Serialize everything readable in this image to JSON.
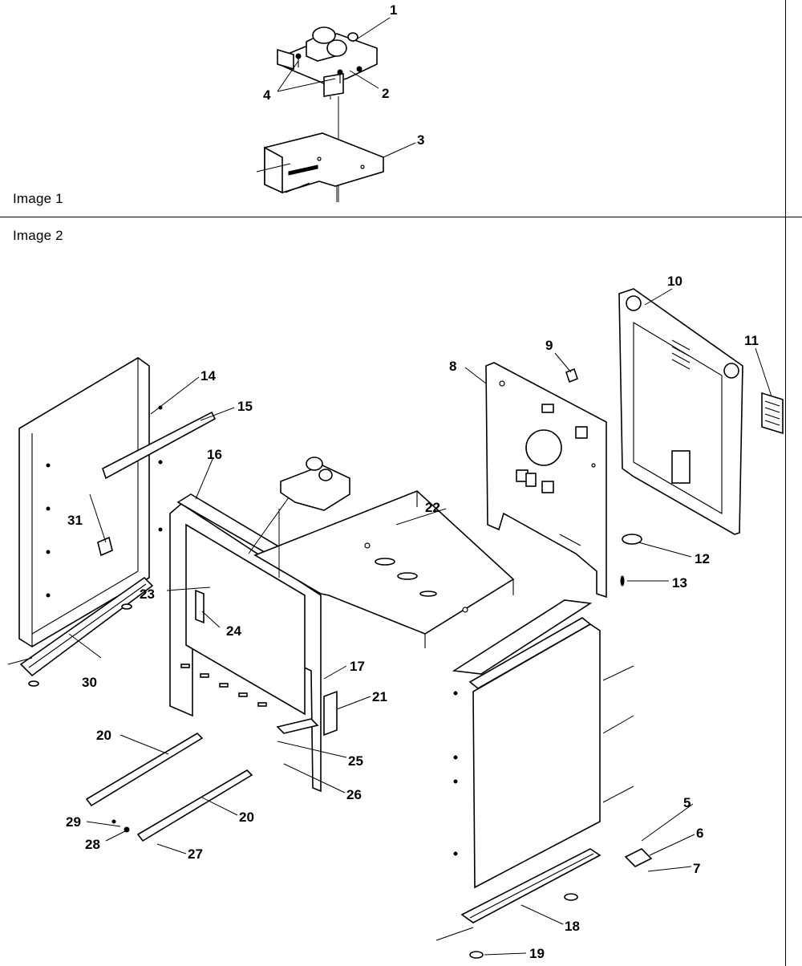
{
  "panels": [
    {
      "title": "Image 1",
      "callouts": [
        "1",
        "2",
        "3",
        "4"
      ]
    },
    {
      "title": "Image 2",
      "callouts": [
        "5",
        "6",
        "7",
        "8",
        "9",
        "10",
        "11",
        "12",
        "13",
        "14",
        "15",
        "16",
        "17",
        "18",
        "19",
        "20",
        "20",
        "21",
        "22",
        "23",
        "24",
        "25",
        "26",
        "27",
        "28",
        "29",
        "30",
        "31"
      ]
    }
  ]
}
